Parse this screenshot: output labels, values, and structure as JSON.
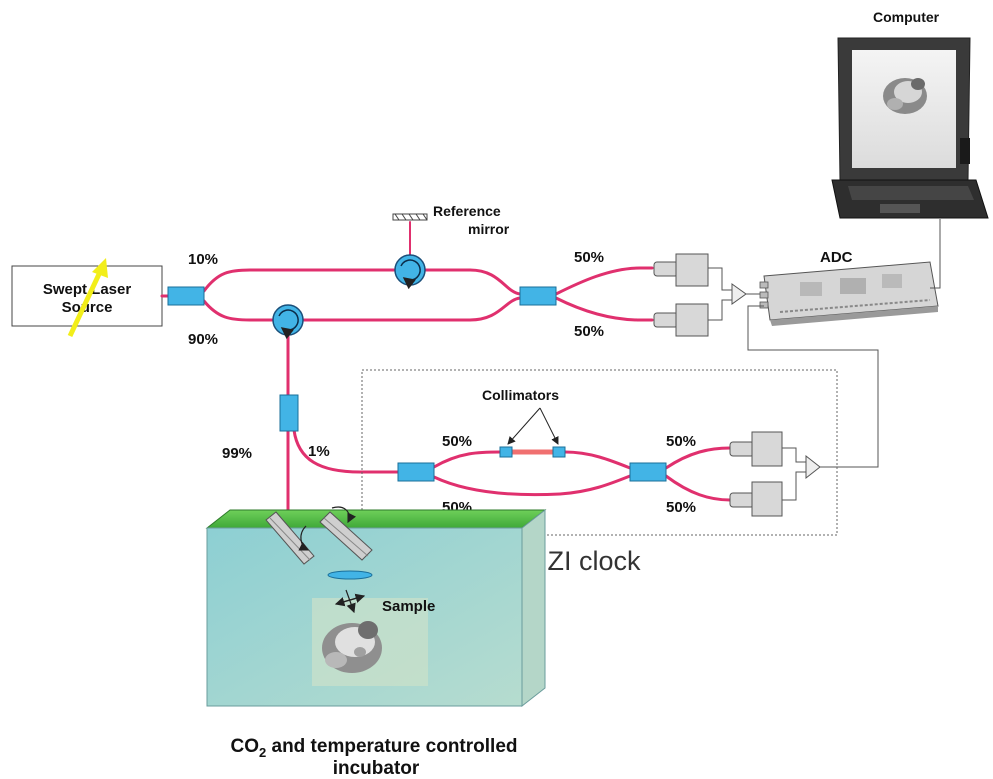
{
  "labels": {
    "computer": "Computer",
    "reference_mirror_line1": "Reference",
    "reference_mirror_line2": "mirror",
    "laser_line1": "Swept Laser",
    "laser_line2": "Source",
    "adc": "ADC",
    "split_10": "10%",
    "split_90": "90%",
    "split_99": "99%",
    "split_1": "1%",
    "ref_50_top": "50%",
    "ref_50_bottom": "50%",
    "mzi_50_top_left": "50%",
    "mzi_50_bottom_left": "50%",
    "mzi_50_top_right": "50%",
    "mzi_50_bottom_right": "50%",
    "collimators": "Collimators",
    "mzi_clock": "MZI clock",
    "sample": "Sample",
    "incubator_co": "CO",
    "incubator_sub": "2",
    "incubator_rest": " and temperature controlled",
    "incubator_line2": "incubator"
  },
  "colors": {
    "fiber": "#e0306e",
    "coupler": "#42b4e6",
    "incubator_top": "#5cc24a",
    "incubator_body": "#9fd3d3",
    "laser_arrow": "#f2ee1a"
  },
  "icons": {
    "circulator": "circulator-icon",
    "laptop": "laptop-icon",
    "embryo": "embryo-icon",
    "adc_card": "adc-card-icon"
  }
}
